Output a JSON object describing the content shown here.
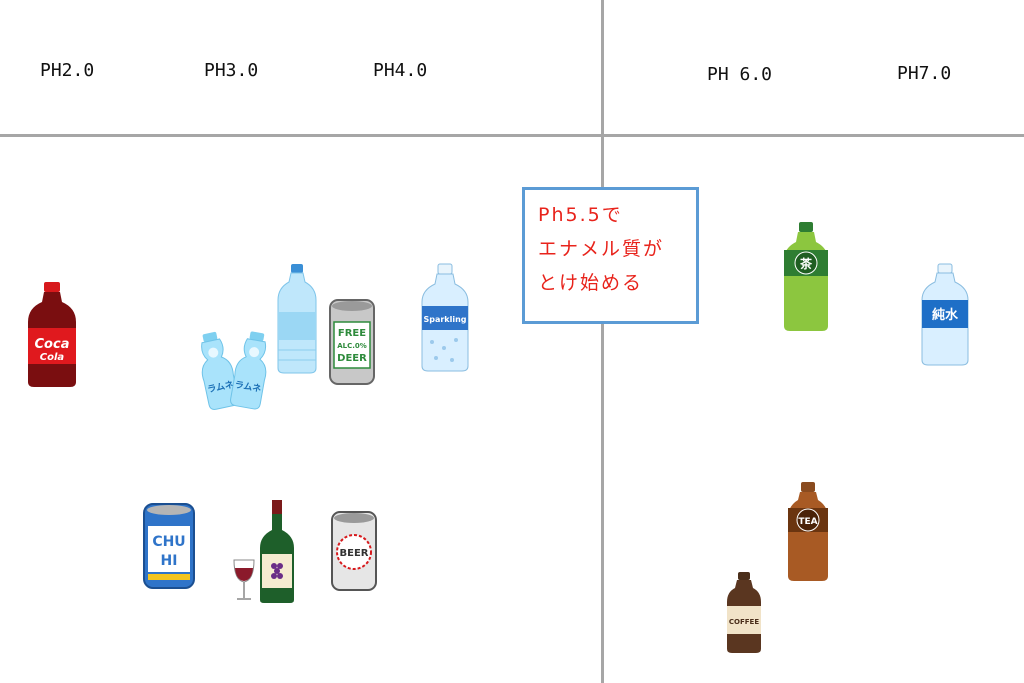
{
  "ph_labels": {
    "ph2": "PH2.0",
    "ph3": "PH3.0",
    "ph4": "PH4.0",
    "ph6": "PH 6.0",
    "ph7": "PH7.0"
  },
  "note": {
    "line1": "Ph5.5で",
    "line2": "エナメル質が",
    "line3": "とけ始める"
  },
  "labels": {
    "cola": "Coca",
    "cola2": "Cola",
    "ramune": "ラムネ",
    "beer_free": "FREE",
    "beer_alc": "ALC.0%",
    "beer_deer": "DEER",
    "sparkling": "Sparkling",
    "ocha": "茶",
    "junsui": "純水",
    "chuhi1": "CHU",
    "chuhi2": "HI",
    "beer": "BEER",
    "tea": "TEA",
    "coffee": "COFFEE"
  },
  "colors": {
    "divider": "#a6a6a6",
    "note_border": "#5b9bd5",
    "note_text": "#e8231b"
  }
}
